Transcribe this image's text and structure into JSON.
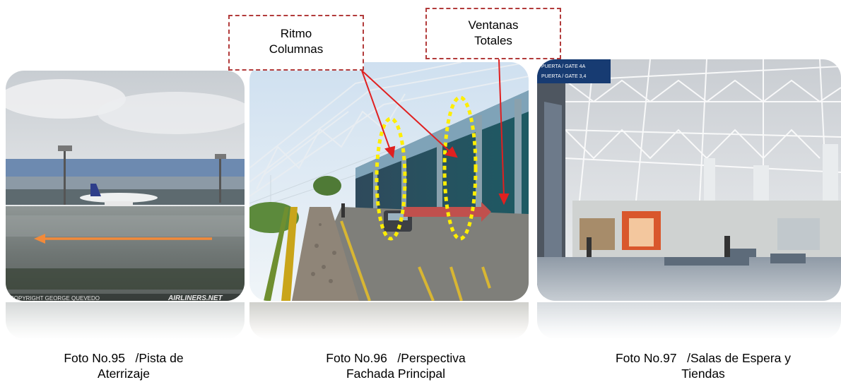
{
  "callouts": {
    "columns_line1": "Ritmo",
    "columns_line2": "Columnas",
    "windows_line1": "Ventanas",
    "windows_line2": "Totales"
  },
  "photos": [
    {
      "caption_line1": "Foto No.95   /Pista de",
      "caption_line2": "Aterrizaje",
      "watermark_left": "COPYRIGHT GEORGE QUEVEDO",
      "watermark_right": "AIRLINERS.NET"
    },
    {
      "caption_line1": "Foto No.96   /Perspectiva",
      "caption_line2": "Fachada Principal"
    },
    {
      "caption_line1": "Foto No.97   /Salas de Espera y",
      "caption_line2": "Tiendas",
      "sign_line1": "PUERTA / GATE  4A",
      "sign_line2": "PUERTA / GATE  3,4"
    }
  ],
  "colors": {
    "callout_border": "#b23b3b",
    "arrow_red": "#e02020",
    "dashed_yellow": "#ffee00",
    "runway_arrow": "#f28a3a"
  }
}
